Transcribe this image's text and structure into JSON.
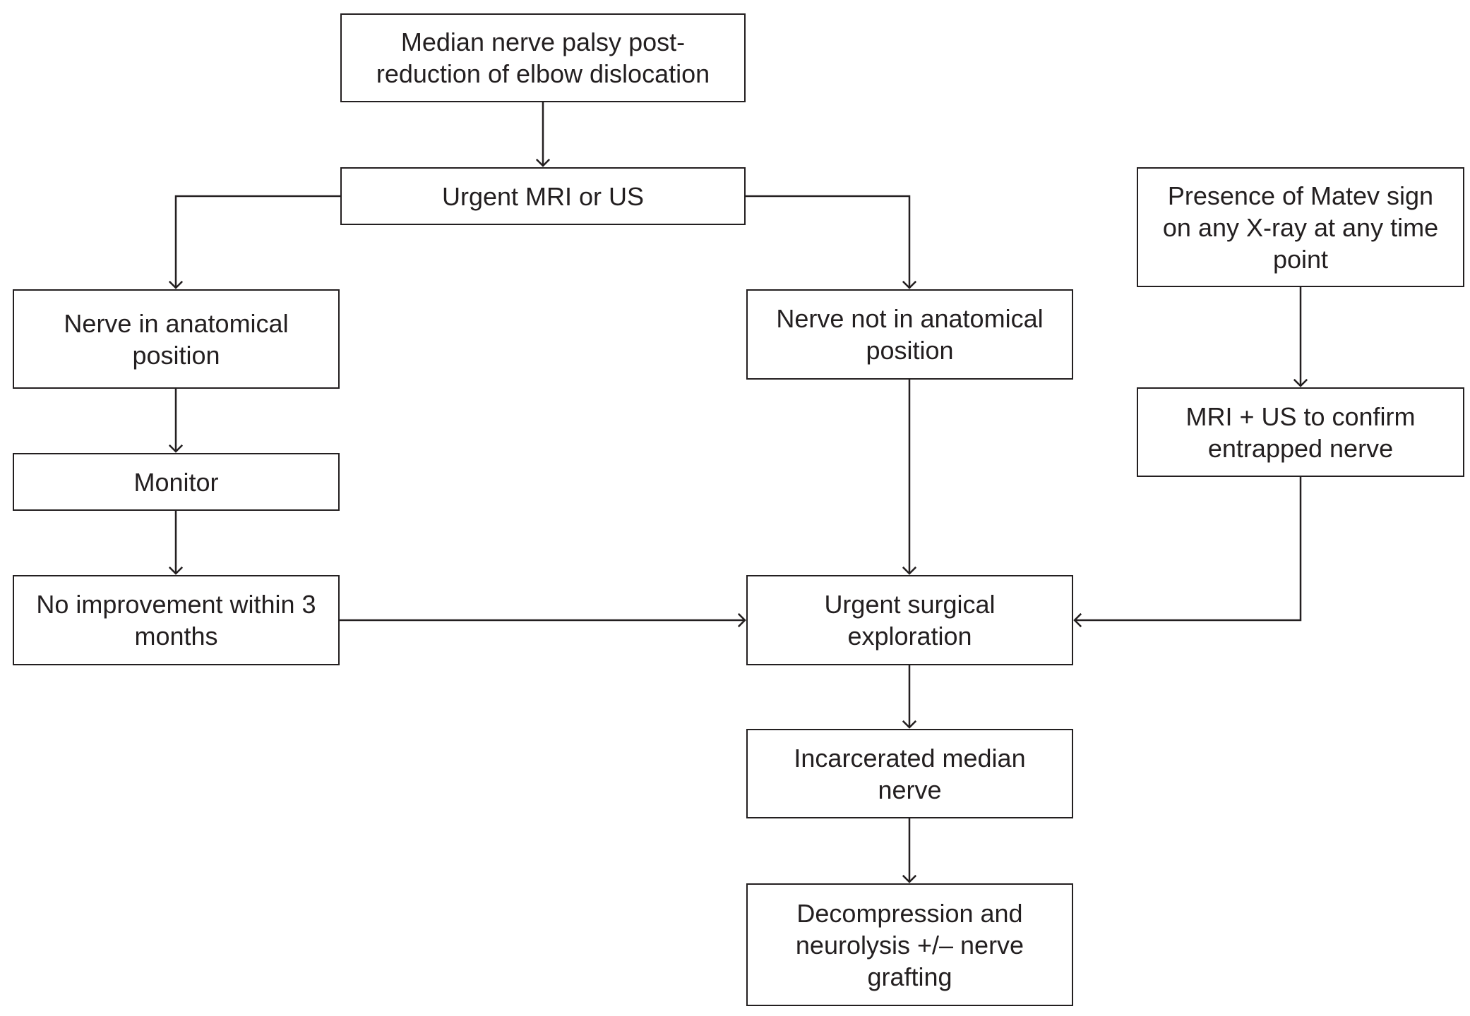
{
  "flowchart": {
    "nodes": {
      "start": "Median nerve palsy post-reduction of elbow dislocation",
      "imaging": "Urgent MRI or US",
      "matev": "Presence of Matev sign on any X-ray at any time point",
      "anatomical": "Nerve in anatomical position",
      "not_anatomical": "Nerve not in anatomical position",
      "confirm": "MRI + US to confirm entrapped nerve",
      "monitor": "Monitor",
      "no_improvement": "No improvement within 3 months",
      "exploration": "Urgent surgical exploration",
      "incarcerated": "Incarcerated median nerve",
      "decompression": "Decompression and neurolysis +/– nerve grafting"
    },
    "edges": [
      {
        "from": "start",
        "to": "imaging"
      },
      {
        "from": "imaging",
        "to": "anatomical"
      },
      {
        "from": "imaging",
        "to": "not_anatomical"
      },
      {
        "from": "matev",
        "to": "confirm"
      },
      {
        "from": "anatomical",
        "to": "monitor"
      },
      {
        "from": "monitor",
        "to": "no_improvement"
      },
      {
        "from": "not_anatomical",
        "to": "exploration"
      },
      {
        "from": "no_improvement",
        "to": "exploration"
      },
      {
        "from": "confirm",
        "to": "exploration"
      },
      {
        "from": "exploration",
        "to": "incarcerated"
      },
      {
        "from": "incarcerated",
        "to": "decompression"
      }
    ],
    "line_color": "#231f20"
  }
}
